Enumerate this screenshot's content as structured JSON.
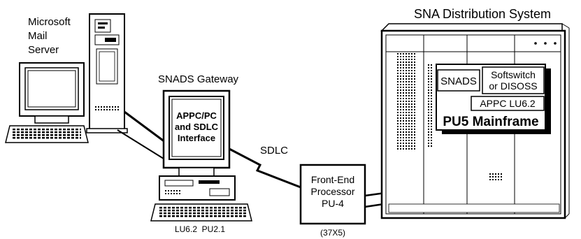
{
  "labels": {
    "mail_server": [
      "Microsoft",
      "Mail",
      "Server"
    ],
    "gateway_title": "SNADS Gateway",
    "gateway_screen": [
      "APPC/PC",
      "and SDLC",
      "Interface"
    ],
    "gateway_caption": "LU6.2  PU2.1",
    "sdlc": "SDLC",
    "fep": [
      "Front-End",
      "Processor",
      "PU-4"
    ],
    "fep_caption": "(37X5)",
    "system_title": "SNA Distribution System",
    "snads_box": "SNADS",
    "softswitch": [
      "Softswitch",
      "or DISOSS"
    ],
    "appc": "APPC LU6.2",
    "mainframe": "PU5 Mainframe"
  },
  "colors": {
    "line": "#000000",
    "background": "#ffffff"
  }
}
